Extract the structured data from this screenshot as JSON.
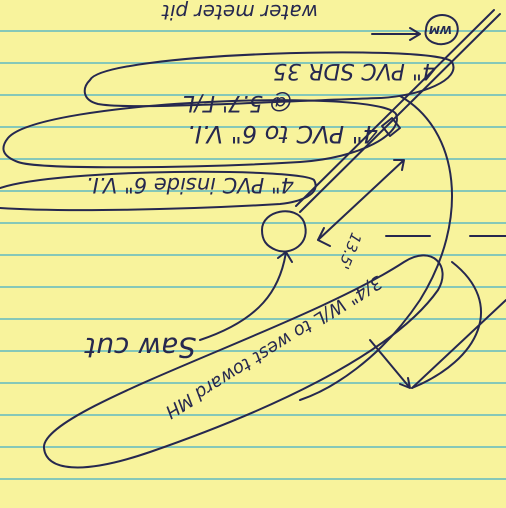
{
  "notes": {
    "water_meter_pit": "water meter pit",
    "wm_label": "WM",
    "pvc_sdr": "4\" PVC SDR 35",
    "fl": "@ 5.7' F/L",
    "pvc_to_vit": "4\" PVC to 6\" V.I.",
    "pvc_inside": "4\" PVC inside 6\" V.I.",
    "dim": "13.5'",
    "saw_cut": "Saw cut",
    "wl": "3/4\" W/L to west toward MH"
  },
  "colors": {
    "paper": "#f8f39c",
    "rule": "#86c8b8",
    "ink": "#26284f"
  }
}
